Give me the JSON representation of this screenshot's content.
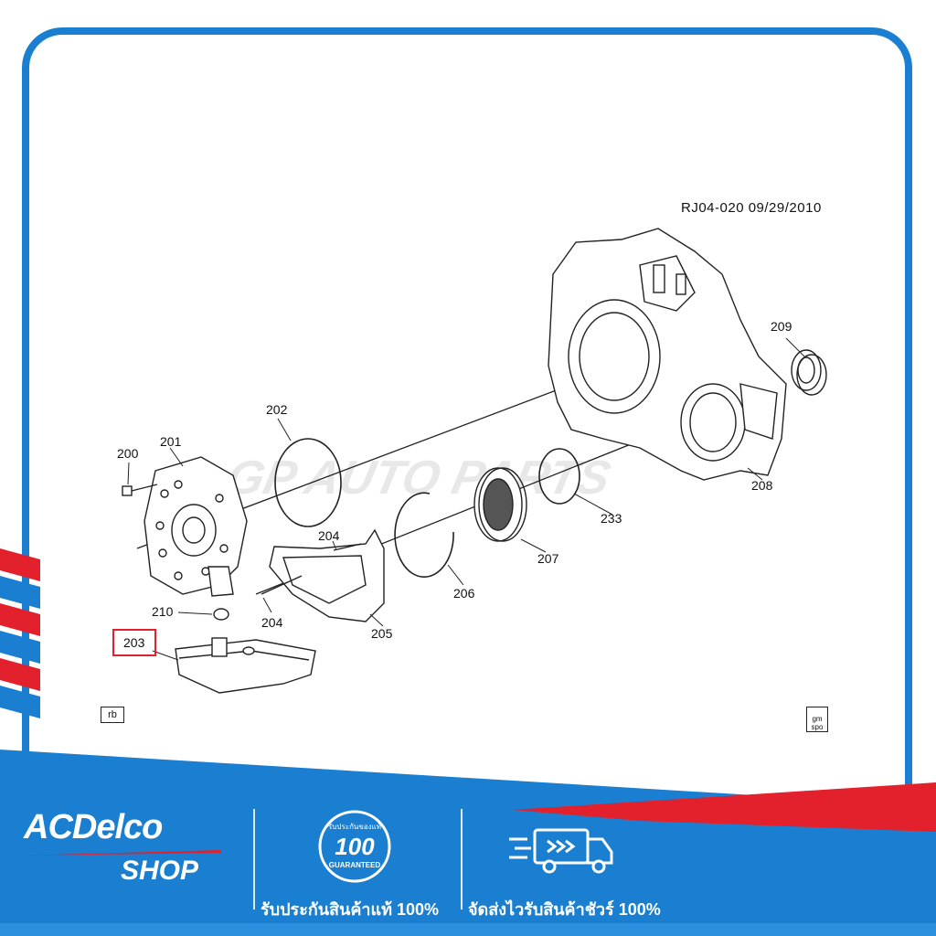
{
  "diagram": {
    "reference": "RJ04-020  09/29/2010",
    "highlighted_part": "203",
    "corner_label_left": "rb",
    "corner_label_right": "gm spo",
    "watermark": "GP AUTO PARTS",
    "callouts": [
      "200",
      "201",
      "202",
      "203",
      "204",
      "204",
      "205",
      "206",
      "207",
      "208",
      "209",
      "210",
      "233"
    ]
  },
  "footer": {
    "brand_name": "ACDelco",
    "brand_sub": "SHOP",
    "badge_top": "รับประกันของแท้",
    "badge_number": "100",
    "badge_bottom": "GUARANTEED",
    "guarantee_text": "รับประกันสินค้าแท้ 100%",
    "delivery_text": "จัดส่งไวรับสินค้าชัวร์ 100%",
    "colors": {
      "blue": "#1a7fd0",
      "red": "#e3212d"
    }
  }
}
